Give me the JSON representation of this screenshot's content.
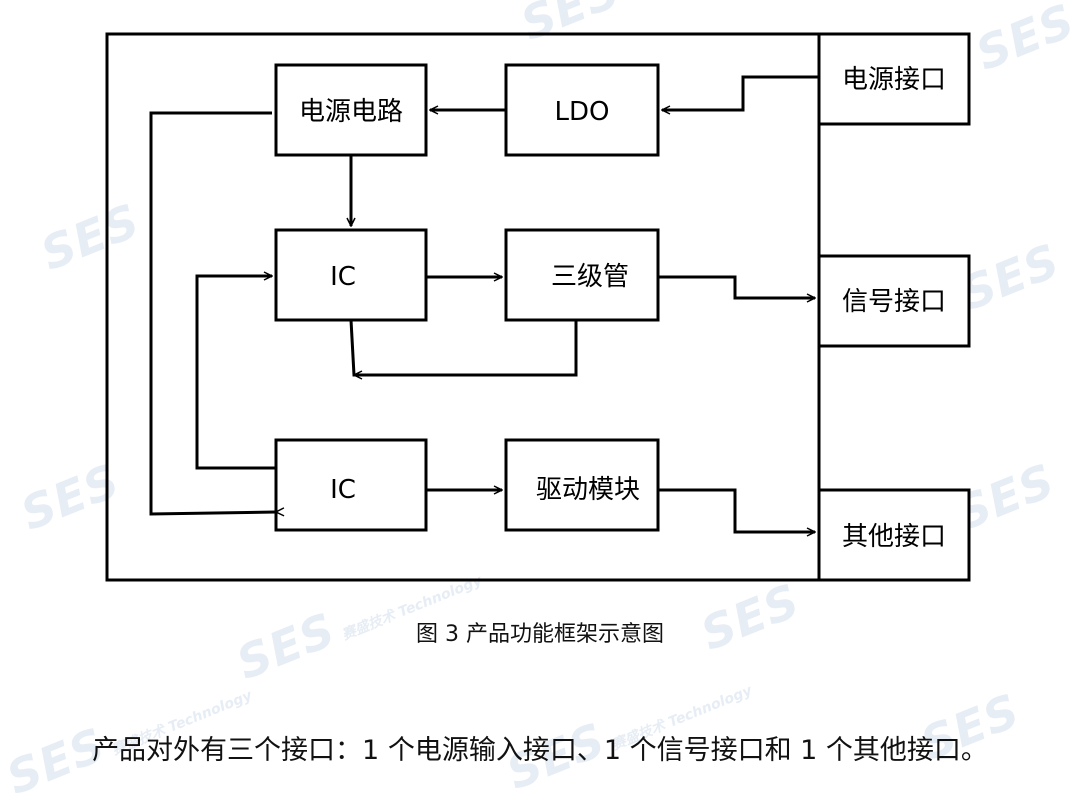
{
  "watermark": {
    "main": "SES",
    "sub": "赛盛技术 Technology"
  },
  "diagram": {
    "nodes": {
      "power_circuit": "电源电路",
      "ldo": "LDO",
      "ic_top": "IC",
      "triode": "三级管",
      "ic_bottom": "IC",
      "driver_module": "驱动模块",
      "power_interface": "电源接口",
      "signal_interface": "信号接口",
      "other_interface": "其他接口"
    }
  },
  "caption": "图 3 产品功能框架示意图",
  "body_text": "产品对外有三个接口：1 个电源输入接口、1 个信号接口和 1 个其他接口。"
}
